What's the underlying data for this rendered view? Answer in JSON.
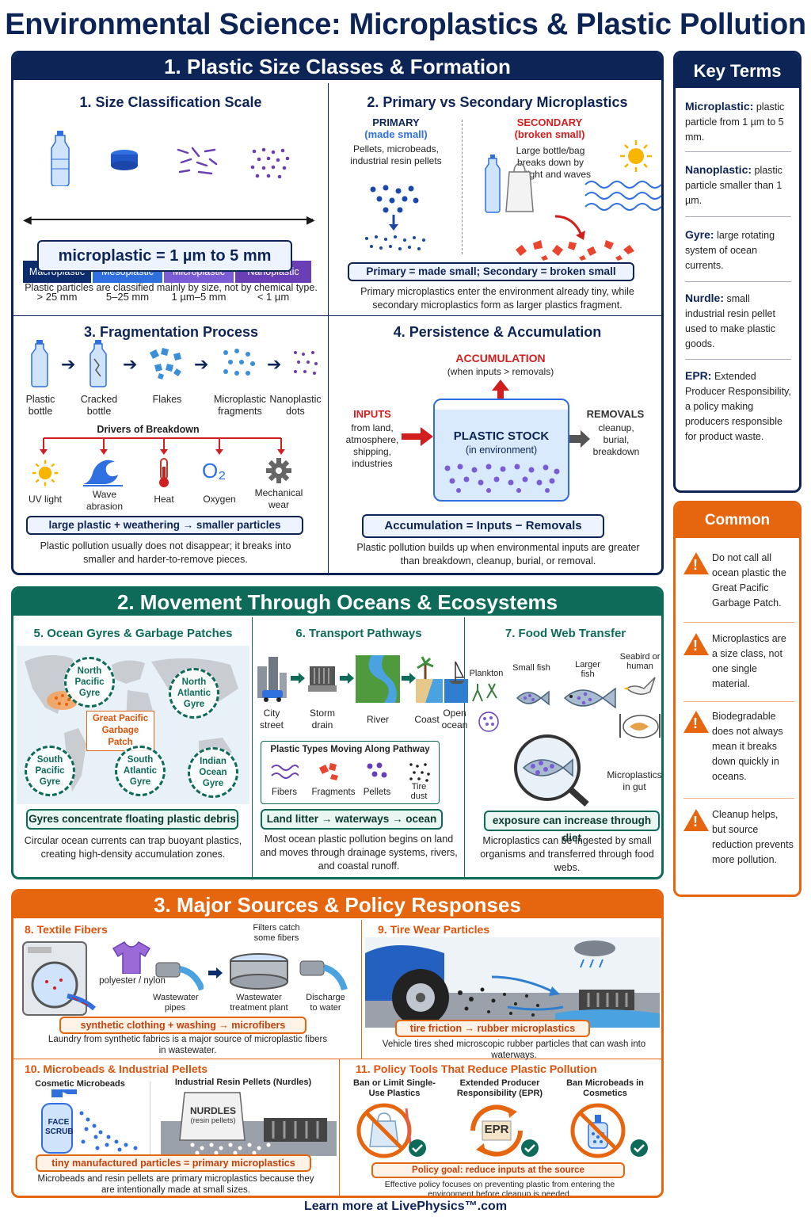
{
  "title": "Environmental Science: Microplastics & Plastic Pollution",
  "footer": "Learn more at LivePhysics™.com",
  "section1": {
    "heading": "1. Plastic Size Classes & Formation",
    "p1": {
      "title": "1. Size Classification Scale",
      "classes": [
        {
          "name": "Macroplastic",
          "range": "> 25 mm",
          "color": "#0d2c6e"
        },
        {
          "name": "Mesoplastic",
          "range": "5–25 mm",
          "color": "#2f6fe0"
        },
        {
          "name": "Microplastic",
          "range": "1 µm–5 mm",
          "color": "#7b5bd6"
        },
        {
          "name": "Nanoplastic",
          "range": "< 1 µm",
          "color": "#6a3fb5"
        }
      ],
      "formula": "microplastic = 1 µm to 5 mm",
      "caption": "Plastic particles are classified mainly by size, not by chemical type."
    },
    "p2": {
      "title": "2. Primary vs Secondary Microplastics",
      "primary_title": "PRIMARY",
      "primary_sub": "(made small)",
      "primary_desc": "Pellets, microbeads, industrial resin pellets",
      "secondary_title": "SECONDARY",
      "secondary_sub": "(broken small)",
      "secondary_desc": "Large bottle/bag breaks down by sunlight and waves",
      "formula": "Primary = made small; Secondary = broken small",
      "caption": "Primary microplastics enter the environment already tiny, while secondary microplastics form as larger plastics fragment."
    },
    "p3": {
      "title": "3. Fragmentation Process",
      "stages": [
        "Plastic bottle",
        "Cracked bottle",
        "Flakes",
        "Microplastic fragments",
        "Nanoplastic dots"
      ],
      "drivers_title": "Drivers of Breakdown",
      "drivers": [
        "UV light",
        "Wave abrasion",
        "Heat",
        "Oxygen",
        "Mechanical wear"
      ],
      "oxygen_symbol": "O₂",
      "formula": "large plastic + weathering → smaller particles",
      "caption": "Plastic pollution usually does not disappear; it breaks into smaller and harder-to-remove pieces."
    },
    "p4": {
      "title": "4. Persistence & Accumulation",
      "accumulation": "ACCUMULATION",
      "accumulation_sub": "(when inputs > removals)",
      "inputs": "INPUTS",
      "inputs_desc": "from land, atmosphere, shipping, industries",
      "stock": "PLASTIC STOCK",
      "stock_sub": "(in environment)",
      "removals": "REMOVALS",
      "removals_desc": "cleanup, burial, breakdown",
      "formula": "Accumulation = Inputs − Removals",
      "caption": "Plastic pollution builds up when environmental inputs are greater than breakdown, cleanup, burial, or removal."
    }
  },
  "section2": {
    "heading": "2. Movement Through Oceans & Ecosystems",
    "p5": {
      "title": "5. Ocean Gyres & Garbage Patches",
      "gyres": [
        "North Pacific Gyre",
        "North Atlantic Gyre",
        "South Pacific Gyre",
        "South Atlantic Gyre",
        "Indian Ocean Gyre"
      ],
      "patch": "Great Pacific Garbage Patch",
      "formula": "Gyres concentrate floating plastic debris",
      "caption": "Circular ocean currents can trap buoyant plastics, creating high-density accumulation zones."
    },
    "p6": {
      "title": "6. Transport Pathways",
      "steps": [
        "City street",
        "Storm drain",
        "River",
        "Coast",
        "Open ocean"
      ],
      "types_title": "Plastic Types Moving Along Pathway",
      "types": [
        "Fibers",
        "Fragments",
        "Pellets",
        "Tire dust"
      ],
      "formula": "Land litter → waterways → ocean",
      "caption": "Most ocean plastic pollution begins on land and moves through drainage systems, rivers, and coastal runoff."
    },
    "p7": {
      "title": "7. Food Web Transfer",
      "levels": [
        "Plankton",
        "Small fish",
        "Larger fish",
        "Seabird or human"
      ],
      "gut": "Microplastics in gut",
      "formula": "exposure can increase through diet",
      "caption": "Microplastics can be ingested by small organisms and transferred through food webs."
    }
  },
  "section3": {
    "heading": "3. Major Sources & Policy Responses",
    "p8": {
      "title": "8. Textile Fibers",
      "filters": "Filters catch some fibers",
      "labels": [
        "polyester / nylon",
        "Wastewater pipes",
        "Wastewater treatment plant",
        "Discharge to water"
      ],
      "formula": "synthetic clothing + washing → microfibers",
      "caption": "Laundry from synthetic fabrics is a major source of microplastic fibers in wastewater."
    },
    "p9": {
      "title": "9. Tire Wear Particles",
      "formula": "tire friction → rubber microplastics",
      "caption": "Vehicle tires shed microscopic rubber particles that can wash into waterways."
    },
    "p10": {
      "title": "10. Microbeads & Industrial Pellets",
      "cosmetic": "Cosmetic Microbeads",
      "bottle_label": "FACE SCRUB",
      "nurdles_title": "Industrial Resin Pellets (Nurdles)",
      "bag_label": "NURDLES",
      "bag_sub": "(resin pellets)",
      "formula": "tiny manufactured particles = primary microplastics",
      "caption": "Microbeads and resin pellets are primary microplastics because they are intentionally made at small sizes."
    },
    "p11": {
      "title": "11. Policy Tools That Reduce Plastic Pollution",
      "tools": [
        "Ban or Limit Single-Use Plastics",
        "Extended Producer Responsibility (EPR)",
        "Ban Microbeads in Cosmetics"
      ],
      "epr": "EPR",
      "formula": "Policy goal: reduce inputs at the source",
      "caption": "Effective policy focuses on preventing plastic from entering the environment before cleanup is needed."
    }
  },
  "key_terms": {
    "heading": "Key Terms",
    "terms": [
      {
        "term": "Microplastic:",
        "def": "plastic particle from 1 µm to 5 mm."
      },
      {
        "term": "Nanoplastic:",
        "def": "plastic particle smaller than 1 µm."
      },
      {
        "term": "Gyre:",
        "def": "large rotating system of ocean currents."
      },
      {
        "term": "Nurdle:",
        "def": "small industrial resin pellet used to make plastic goods."
      },
      {
        "term": "EPR:",
        "def": "Extended Producer Responsibility, a policy making producers responsible for product waste."
      }
    ]
  },
  "common_mistakes": {
    "heading": "Common Mistakes",
    "items": [
      "Do not call all ocean plastic the Great Pacific Garbage Patch.",
      "Microplastics are a size class, not one single material.",
      "Biodegradable does not always mean it breaks down quickly in oceans.",
      "Cleanup helps, but source reduction prevents more pollution."
    ]
  }
}
